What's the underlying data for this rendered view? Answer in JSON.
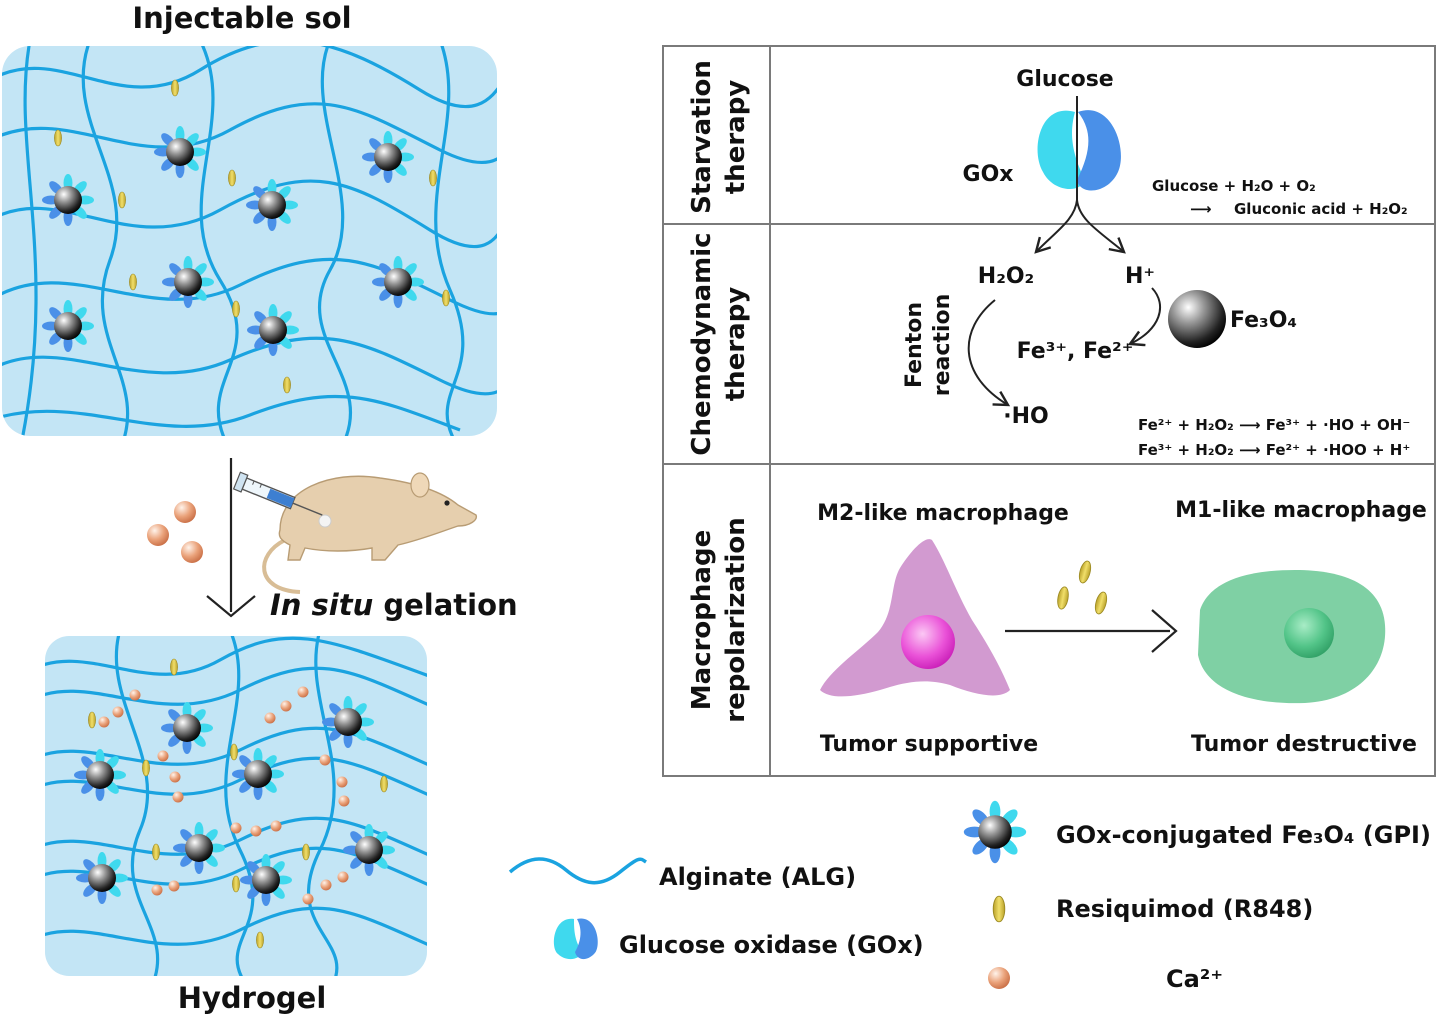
{
  "left": {
    "sol_title": "Injectable sol",
    "hydrogel_title": "Hydrogel",
    "gelation_italic": "In situ",
    "gelation_rest": " gelation"
  },
  "table": {
    "rows": [
      {
        "label_line1": "Starvation",
        "label_line2": "therapy"
      },
      {
        "label_line1": "Chemodynamic",
        "label_line2": "therapy"
      },
      {
        "label_line1": "Macrophage",
        "label_line2": "repolarization"
      }
    ],
    "starvation": {
      "glucose": "Glucose",
      "gox": "GOx",
      "eq_line1": "Glucose + H₂O + O₂",
      "eq_arrow": "⟶",
      "eq_line2": "Gluconic acid + H₂O₂"
    },
    "chemodynamic": {
      "h2o2": "H₂O₂",
      "hplus": "H⁺",
      "fe3o4": "Fe₃O₄",
      "fe_ions": "Fe³⁺, Fe²⁺",
      "fenton_line1": "Fenton",
      "fenton_line2": "reaction",
      "ho": "·HO",
      "eq1": "Fe²⁺ + H₂O₂ ⟶ Fe³⁺ + ·HO  + OH⁻",
      "eq2": "Fe³⁺ + H₂O₂ ⟶ Fe²⁺ + ·HOO  + H⁺"
    },
    "macrophage": {
      "m2_title": "M2-like macrophage",
      "m1_title": "M1-like macrophage",
      "m2_caption": "Tumor supportive",
      "m1_caption": "Tumor destructive"
    }
  },
  "legend": {
    "alginate": "Alginate (ALG)",
    "gox": "Glucose oxidase (GOx)",
    "gpi": "GOx-conjugated Fe₃O₄ (GPI)",
    "r848": "Resiquimod (R848)",
    "ca": "Ca²⁺"
  },
  "colors": {
    "panel_bg": "#c3e5f5",
    "alginate": "#1aa3e0",
    "gox_light": "#3fd9ee",
    "gox_dark": "#4a90e8",
    "r848": "#d9c34a",
    "calcium": "#e9a27a",
    "m2_cell": "#d29ad0",
    "m2_nucleus": "#e52fd3",
    "m1_cell": "#7fd0a4",
    "m1_nucleus": "#4cbe82",
    "mouse": "#e6cfae",
    "table_border": "#7a7a7a"
  }
}
